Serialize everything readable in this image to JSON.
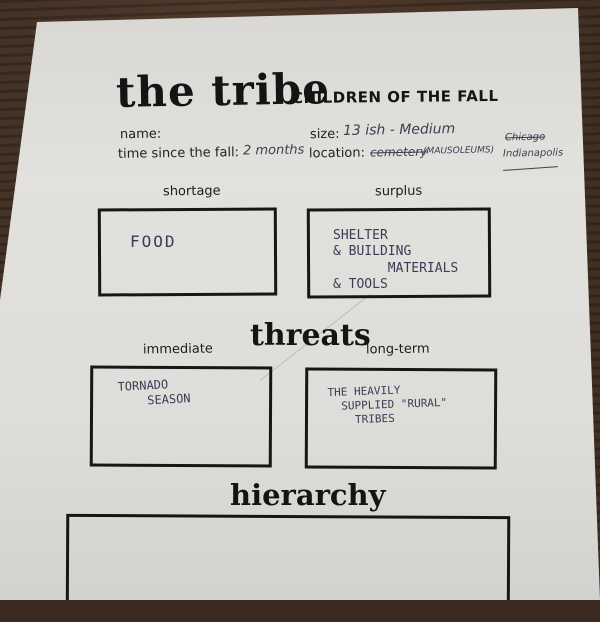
{
  "worksheet": {
    "title": "the tribe",
    "subtitle": "CHILDREN OF THE FALL",
    "fields": {
      "name_label": "name:",
      "time_label": "time since the fall:",
      "time_value": "2 months",
      "size_label": "size:",
      "size_value": "13 ish - Medium",
      "location_label": "location:",
      "location_struck": "cemetery",
      "location_value": "(MAUSOLEUMS)",
      "location_city_struck": "Chicago",
      "location_city": "Indianapolis"
    },
    "resources": {
      "shortage_label": "shortage",
      "shortage_text": "FOOD",
      "surplus_label": "surplus",
      "surplus_text": "SHELTER\n& BUILDING\n       MATERIALS\n& TOOLS"
    },
    "threats": {
      "heading": "threats",
      "immediate_label": "immediate",
      "immediate_text": "TORNADO\n    SEASON",
      "longterm_label": "long-term",
      "longterm_text": "THE HEAVILY\n  SUPPLIED \"RURAL\"\n    TRIBES"
    },
    "hierarchy": {
      "heading": "hierarchy"
    }
  }
}
